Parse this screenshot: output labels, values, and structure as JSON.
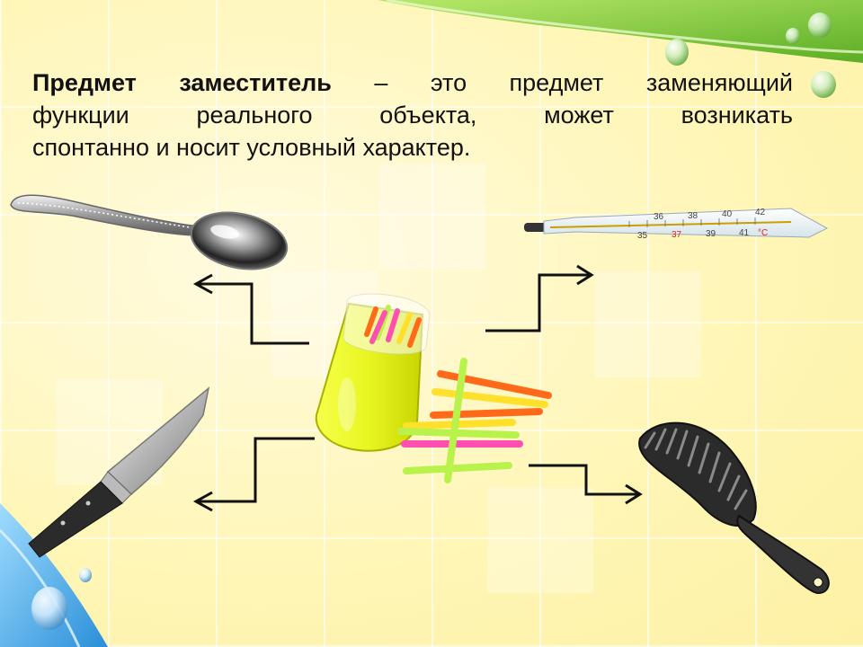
{
  "slide": {
    "definition_term": "Предмет заместитель",
    "definition_line1_rest": " – это предмет заменяющий",
    "definition_line2": "функции реального объекта, может возникать",
    "definition_line3": "спонтанно и носит условный характер."
  },
  "thermometer": {
    "scale_top": [
      "36",
      "38",
      "40",
      "42"
    ],
    "scale_bottom": [
      "35",
      "37",
      "39",
      "41"
    ],
    "unit": "°C"
  },
  "colors": {
    "accent_green": "#7cc43a",
    "accent_blue": "#3aa4e0",
    "sticks": [
      "#ff6a1a",
      "#b8f24a",
      "#ff4fb0",
      "#ffe02a"
    ]
  }
}
